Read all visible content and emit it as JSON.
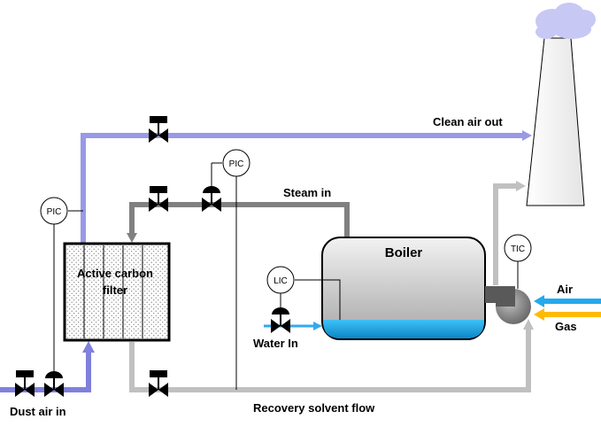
{
  "labels": {
    "clean_air_out": "Clean air out",
    "steam_in": "Steam in",
    "boiler": "Boiler",
    "filter_line1": "Active carbon",
    "filter_line2": "filter",
    "water_in": "Water In",
    "air": "Air",
    "gas": "Gas",
    "dust_air_in": "Dust air in",
    "recovery_solvent_flow": "Recovery solvent flow"
  },
  "instruments": {
    "pic_left": "PIC",
    "pic_top": "PIC",
    "lic": "LIC",
    "tic": "TIC"
  },
  "colors": {
    "clean_air_line": "#9999e6",
    "dust_air_line": "#8080dd",
    "steam_line": "#808080",
    "recovery_line": "#c0c0c0",
    "water_line": "#33aaee",
    "air_line": "#22aaee",
    "gas_line": "#ffbb00",
    "boiler_top": "#f2f2f2",
    "boiler_bottom": "#a6a6a6",
    "water_fill": "#1aa0e0",
    "smoke": "#c8c8f4"
  }
}
